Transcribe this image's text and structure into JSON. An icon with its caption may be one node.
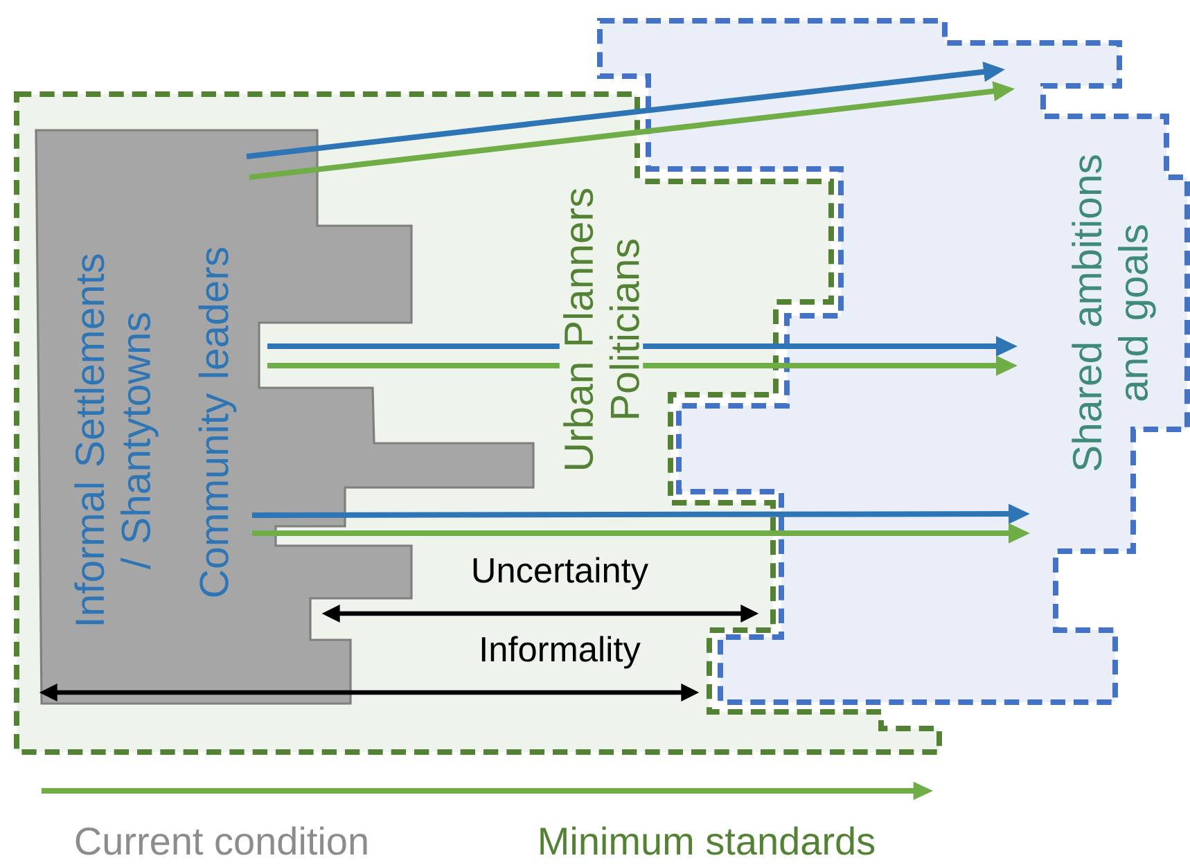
{
  "diagram": {
    "nodes": [
      {
        "text": [
          "Urban Planners Politicians"
        ]
      },
      {
        "text": [
          "Informal Settlements / Shantytowns",
          "Community leaders"
        ],
        "in": 0
      },
      {
        "text": [
          "Shared ambitions and goals"
        ]
      }
    ],
    "edges": [
      {
        "from": 1,
        "to": 2,
        "arrow": "to",
        "color": "#2e75b6"
      },
      {
        "from": 1,
        "to": 2,
        "arrow": "to",
        "color": "#70ad47"
      },
      {
        "from": 1,
        "to": 2,
        "arrow": "to",
        "color": "#2e75b6"
      },
      {
        "from": 1,
        "to": 2,
        "arrow": "to",
        "color": "#70ad47"
      },
      {
        "from": 1,
        "to": 2,
        "arrow": "to",
        "color": "#2e75b6"
      },
      {
        "from": 1,
        "to": 2,
        "arrow": "to",
        "color": "#70ad47"
      }
    ],
    "labels": [
      "Uncertainty",
      "Informality",
      "Current condition",
      "Minimum standards"
    ]
  }
}
